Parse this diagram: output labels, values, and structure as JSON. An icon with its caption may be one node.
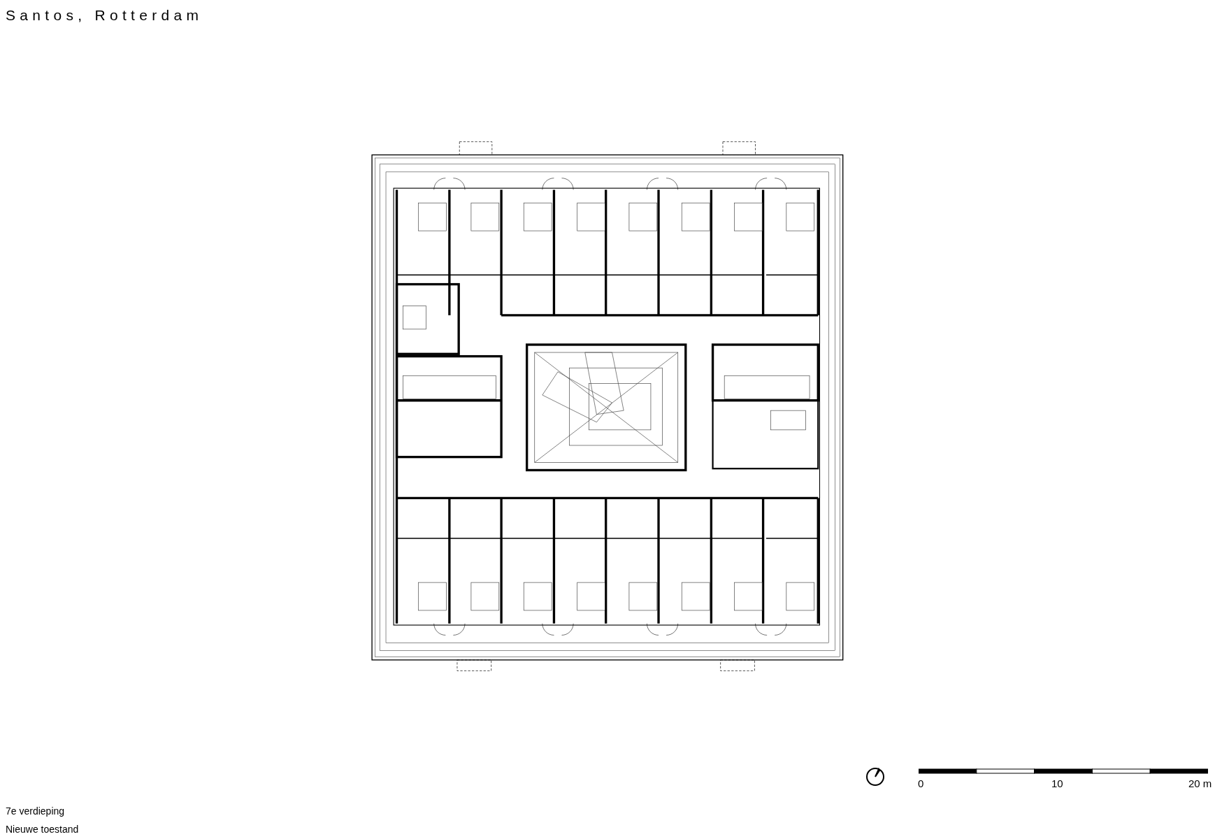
{
  "diagram": {
    "title": "Santos, Rotterdam",
    "labels": [
      "0",
      "10",
      "20 m",
      "7e verdieping",
      "Nieuwe toestand"
    ]
  }
}
